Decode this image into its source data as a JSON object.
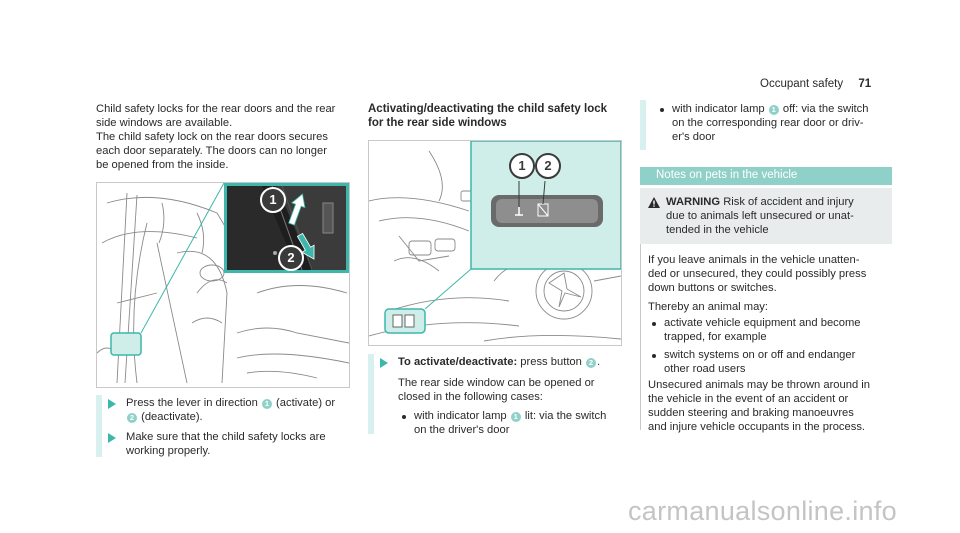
{
  "header": {
    "section": "Occupant safety",
    "page_number": "71"
  },
  "col1": {
    "intro": [
      "Child safety locks for the rear doors and the rear",
      "side windows are available.",
      "The child safety lock on the rear doors secures",
      "each door separately. The doors can no longer",
      "be opened from the inside."
    ],
    "figure_callouts": [
      "1",
      "2"
    ],
    "step1": {
      "line1_a": "Press the lever in direction",
      "line1_b": "(activate) or",
      "badge1": "1",
      "badge2": "2",
      "line2_b": "(deactivate)."
    },
    "step2": [
      "Make sure that the child safety locks are",
      "working properly."
    ]
  },
  "col2": {
    "heading": [
      "Activating/deactivating the child safety lock",
      "for the rear side windows"
    ],
    "figure_callouts": [
      "1",
      "2"
    ],
    "step": {
      "label": "To activate/deactivate:",
      "text": "press button",
      "badge": "2",
      "end": "."
    },
    "body": [
      "The rear side window can be opened or",
      "closed in the following cases:"
    ],
    "bullet1": {
      "a": "with indicator lamp",
      "badge": "1",
      "b": "lit: via the switch",
      "line2": "on the driver's door"
    }
  },
  "col3": {
    "bullet": {
      "a": "with indicator lamp",
      "badge": "1",
      "b": "off: via the switch",
      "line2": "on the corresponding rear door or driv-",
      "line3": "er's door"
    },
    "notes_title": "Notes on pets in the vehicle",
    "warning": {
      "label": "WARNING",
      "line1": "Risk of accident and injury",
      "line2": "due to animals left unsecured or unat-",
      "line3": "tended in the vehicle"
    },
    "warn_body": [
      "If you leave animals in the vehicle unatten-",
      "ded or unsecured, they could possibly press",
      "down buttons or switches."
    ],
    "thereby": "Thereby an animal may:",
    "list": [
      [
        "activate vehicle equipment and become",
        "trapped, for example"
      ],
      [
        "switch systems on or off and endanger",
        "other road users"
      ]
    ],
    "final": [
      "Unsecured animals may be thrown around in",
      "the vehicle in the event of an accident or",
      "sudden steering and braking manoeuvres",
      "and injure vehicle occupants in the process."
    ]
  },
  "colors": {
    "accent": "#3db7ab",
    "accent_light": "#d8f0ee",
    "note_bar": "#8fd0c8",
    "warn_bg": "#e8ecec"
  },
  "watermark": "carmanualsonline.info"
}
